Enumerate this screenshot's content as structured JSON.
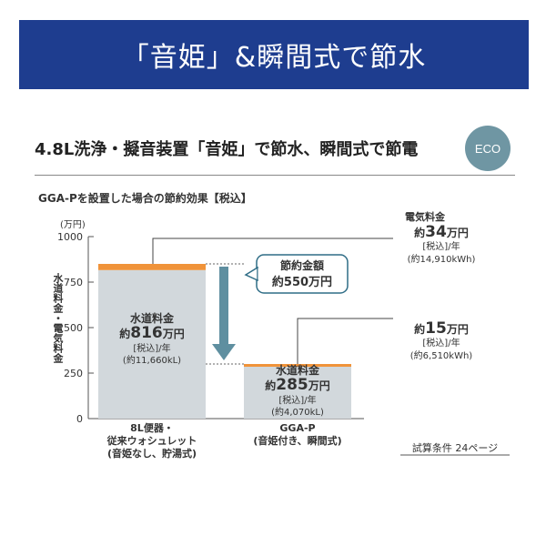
{
  "banner": {
    "title": "「音姫」&瞬間式で節水"
  },
  "headline": "4.8L洗浄・擬音装置「音姫」で節水、瞬間式で節電",
  "eco_badge": "ECO",
  "subtitle": "GGA-Pを設置した場合の節約効果【税込】",
  "colors": {
    "banner": "#1e3d8f",
    "water": "#d2d8dc",
    "electricity": "#f0933a",
    "arrow": "#5f8fa0",
    "savings_box": "#2f6d86"
  },
  "chart_data": {
    "type": "bar",
    "stacked": true,
    "unit_label": "(万円)",
    "ylabel": "水道料金・電気料金",
    "ylim": [
      0,
      1000
    ],
    "yticks": [
      0,
      250,
      500,
      750,
      1000
    ],
    "ytick_labels": [
      "0",
      "250",
      "500",
      "750",
      "1000"
    ],
    "categories": [
      [
        "8L便器・",
        "従来ウォシュレット",
        "(音姫なし、貯湯式)"
      ],
      [
        "GGA-P",
        "(音姫付き、瞬間式)"
      ]
    ],
    "series": [
      {
        "key": "water",
        "values": [
          816,
          285
        ]
      },
      {
        "key": "electricity",
        "values": [
          34,
          15
        ]
      }
    ],
    "water_labels": [
      {
        "title": "水道料金",
        "prefix": "約",
        "amount": "816",
        "suffix": "万円",
        "tax": "[税込]/年",
        "volume": "(約11,660kL)"
      },
      {
        "title": "水道料金",
        "prefix": "約",
        "amount": "285",
        "suffix": "万円",
        "tax": "[税込]/年",
        "volume": "(約4,070kL)"
      }
    ],
    "electricity_labels": [
      {
        "title": "電気料金",
        "prefix": "約",
        "amount": "34",
        "suffix": "万円",
        "tax": "[税込]/年",
        "volume": "(約14,910kWh)"
      },
      {
        "title": "",
        "prefix": "約",
        "amount": "15",
        "suffix": "万円",
        "tax": "[税込]/年",
        "volume": "(約6,510kWh)"
      }
    ],
    "savings": {
      "title": "節約金額",
      "value": "約550万円"
    },
    "note": "試算条件 24ページ"
  }
}
